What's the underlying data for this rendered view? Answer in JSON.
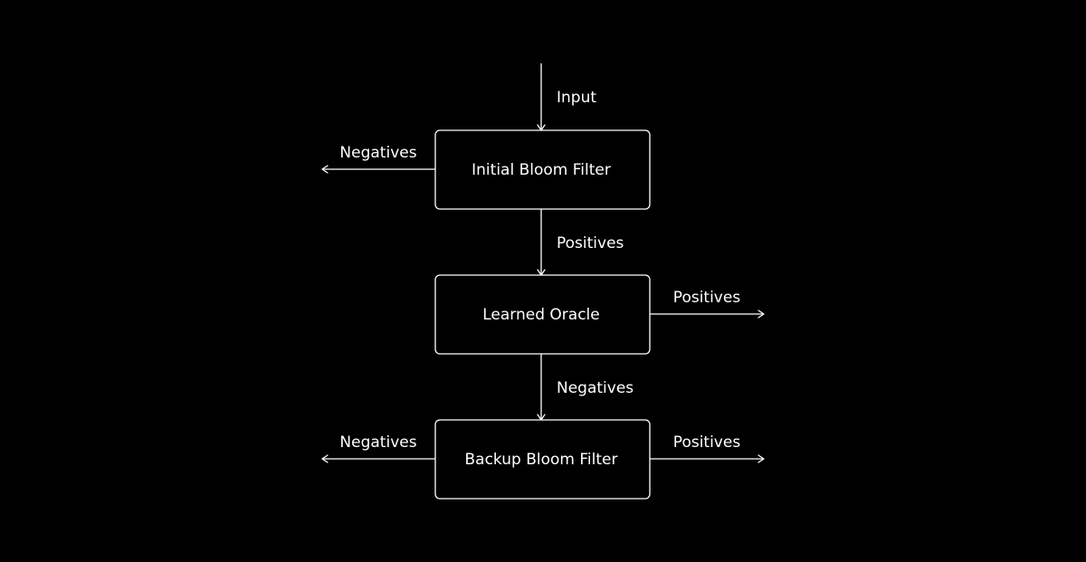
{
  "colors": {
    "background": "#000000",
    "foreground": "#ffffff"
  },
  "nodes": {
    "initial": "Initial Bloom Filter",
    "oracle": "Learned Oracle",
    "backup": "Backup Bloom Filter"
  },
  "edges": {
    "input": "Input",
    "initial_negatives": "Negatives",
    "initial_positives": "Positives",
    "oracle_positives": "Positives",
    "oracle_negatives": "Negatives",
    "backup_negatives": "Negatives",
    "backup_positives": "Positives"
  }
}
